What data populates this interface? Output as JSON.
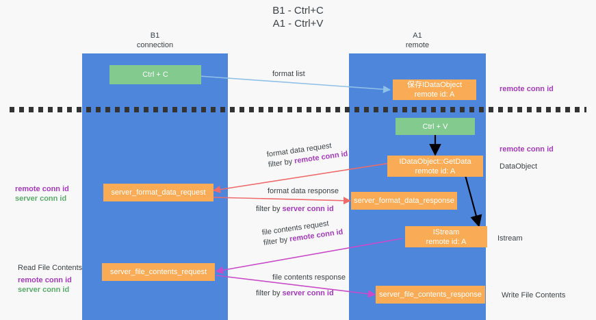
{
  "title": "B1 - Ctrl+C\nA1 - Ctrl+V",
  "lanes": [
    {
      "name": "b1",
      "label": "B1\nconnection"
    },
    {
      "name": "a1",
      "label": "A1\nremote"
    }
  ],
  "nodes": {
    "ctrl_c": "Ctrl + C",
    "ctrl_v": "Ctrl + V",
    "idataobject": "保存IDataObject\nremote id: A",
    "getdata": "IDataObject::GetData\nremote id: A",
    "istream": "IStream\nremote id: A",
    "server_format_data_request": "server_format_data_request",
    "server_format_data_response": "server_format_data_response",
    "server_file_contents_request": "server_file_contents_request",
    "server_file_contents_response": "server_file_contents_response"
  },
  "edges": {
    "format_list": "format list",
    "format_data_request": "format data request",
    "format_data_request_filter_prefix": "filter by ",
    "format_data_request_filter_key": "remote conn id",
    "format_data_response": "format data response",
    "format_data_response_filter_prefix": "filter by ",
    "format_data_response_filter_key": "server conn id",
    "file_contents_request": "file contents request",
    "file_contents_request_filter_prefix": "filter by ",
    "file_contents_request_filter_key": "remote conn id",
    "file_contents_response": "file contents response",
    "file_contents_response_filter_prefix": "filter by ",
    "file_contents_response_filter_key": "server conn id"
  },
  "side_labels": {
    "right_remote_conn_id_top": "remote conn id",
    "right_remote_conn_id_mid": "remote conn id",
    "right_dataobject": "DataObject",
    "right_istream": "Istream",
    "right_write_file_contents": "Write File Contents",
    "left_remote_conn_id": "remote conn id",
    "left_server_conn_id": "server conn id",
    "left_read_file_contents": "Read File Contents",
    "left_remote_conn_id_2": "remote conn id",
    "left_server_conn_id_2": "server conn id"
  },
  "colors": {
    "lane": "#4e86dc",
    "green_node": "#82ca8d",
    "orange_node": "#f9ab55",
    "purple_text": "#a33ab8",
    "green_text": "#5aab6a",
    "blue_arrow": "#8fc0e8",
    "red_arrow": "#ef6b6b",
    "magenta_arrow": "#c94ac9",
    "black_arrow": "#000000",
    "divider": "#333333",
    "background": "#f8f8f8"
  }
}
